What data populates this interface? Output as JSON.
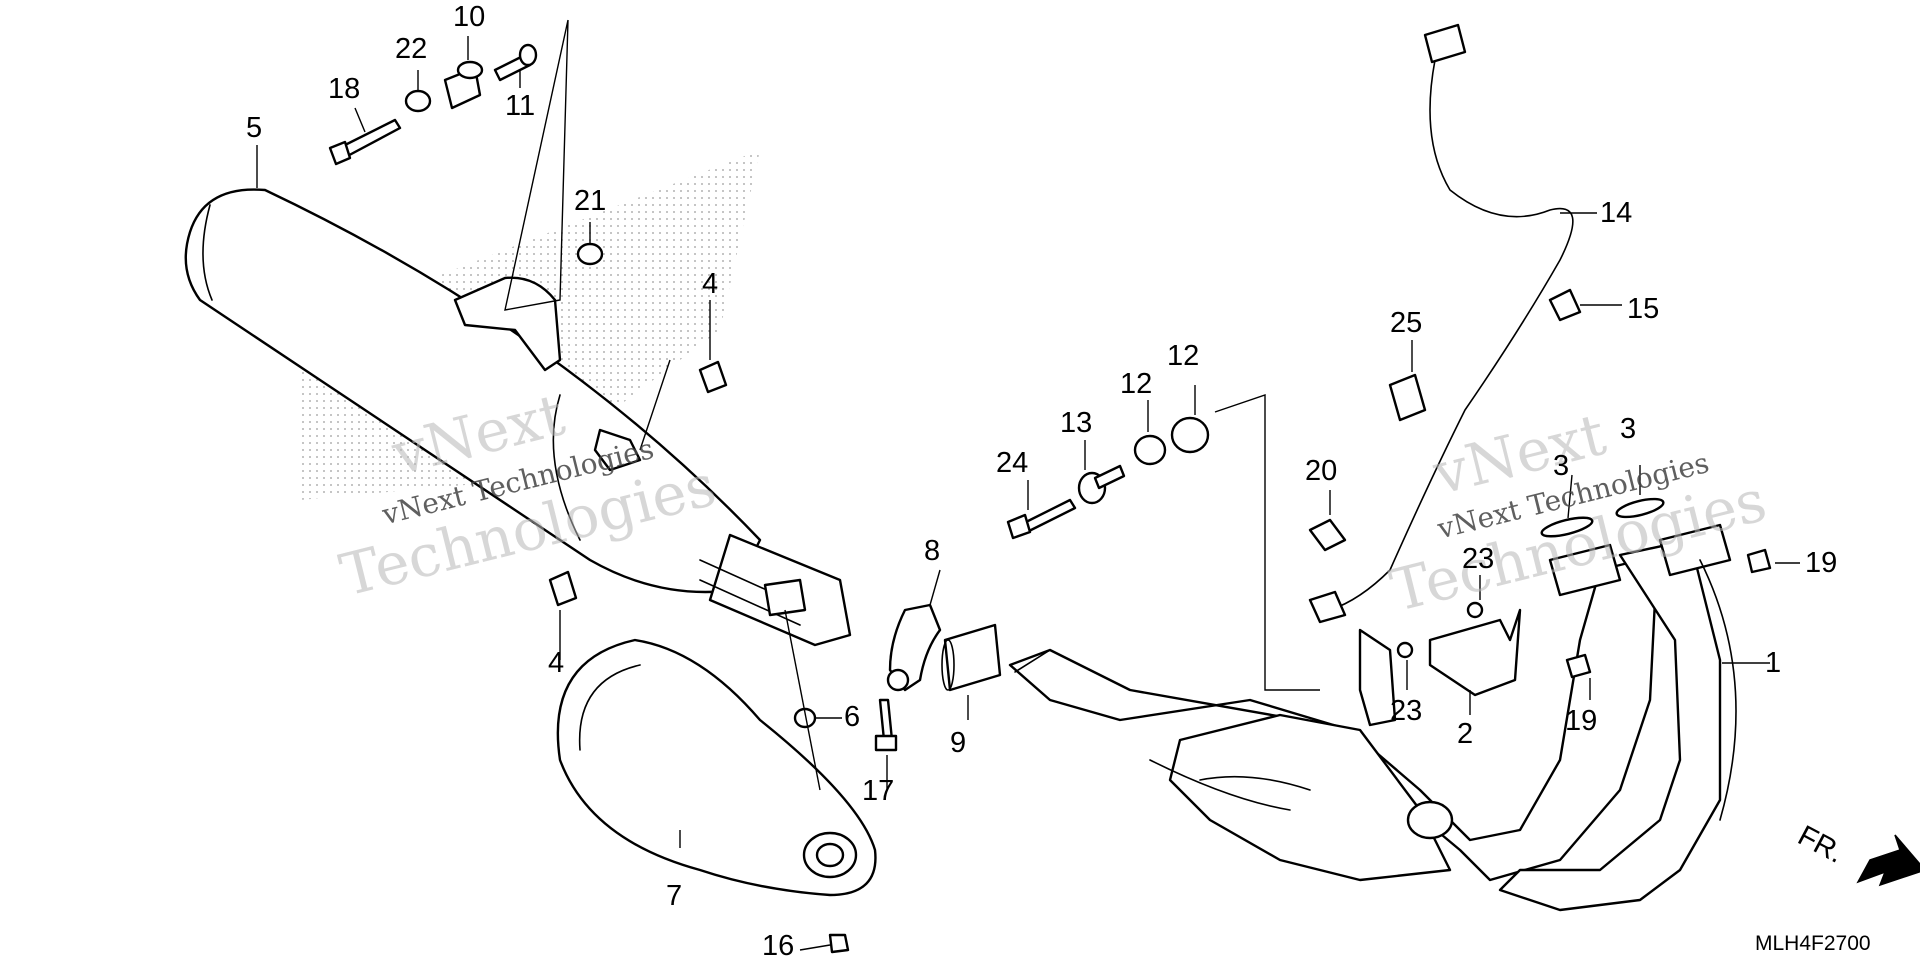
{
  "diagram": {
    "drawing_code": "MLH4F2700",
    "direction_label": "FR.",
    "watermark_left": [
      "vNext",
      "vNext Technologies",
      "Technologies"
    ],
    "watermark_right": [
      "vNext",
      "vNext Technologies",
      "Technologies"
    ],
    "callouts": {
      "c1": "1",
      "c2": "2",
      "c3a": "3",
      "c3b": "3",
      "c4a": "4",
      "c4b": "4",
      "c5": "5",
      "c6": "6",
      "c7": "7",
      "c8": "8",
      "c9": "9",
      "c10": "10",
      "c11": "11",
      "c12a": "12",
      "c12b": "12",
      "c13": "13",
      "c14": "14",
      "c15": "15",
      "c16": "16",
      "c17": "17",
      "c18": "18",
      "c19a": "19",
      "c19b": "19",
      "c20": "20",
      "c21": "21",
      "c22": "22",
      "c23a": "23",
      "c23b": "23",
      "c24": "24",
      "c25": "25"
    }
  }
}
